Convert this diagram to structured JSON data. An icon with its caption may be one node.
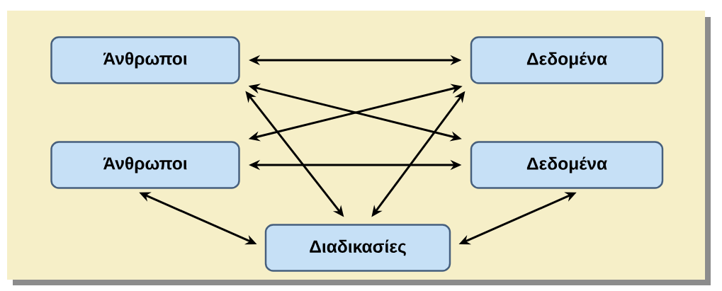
{
  "diagram": {
    "nodes": [
      {
        "text": [
          "Άνθρωποι"
        ]
      },
      {
        "text": [
          "Δεδομένα"
        ]
      },
      {
        "text": [
          "Άνθρωποι"
        ]
      },
      {
        "text": [
          "Δεδομένα"
        ]
      },
      {
        "text": [
          "Διαδικασίες"
        ]
      }
    ],
    "edges": [
      {
        "from": 0,
        "to": 1,
        "arrow": "both"
      },
      {
        "from": 0,
        "to": 3,
        "arrow": "both"
      },
      {
        "from": 1,
        "to": 2,
        "arrow": "both"
      },
      {
        "from": 2,
        "to": 3,
        "arrow": "both"
      },
      {
        "from": 0,
        "to": 4,
        "arrow": "both"
      },
      {
        "from": 1,
        "to": 4,
        "arrow": "both"
      },
      {
        "from": 2,
        "to": 4,
        "arrow": "both"
      },
      {
        "from": 3,
        "to": 4,
        "arrow": "both"
      }
    ]
  }
}
